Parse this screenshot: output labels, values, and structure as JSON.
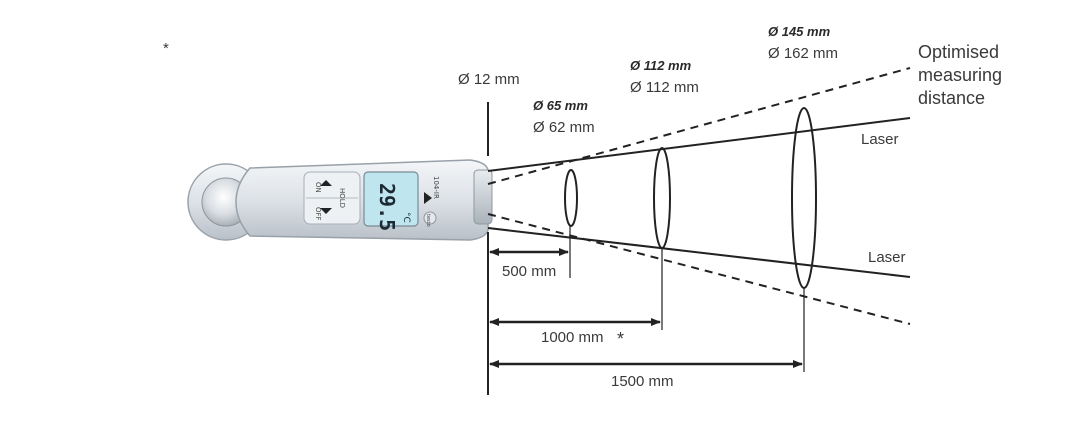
{
  "corner_mark": "*",
  "diameters": {
    "at_device": "Ø  12 mm",
    "at_500_optimised": "Ø  65 mm",
    "at_500_laser": "Ø  62 mm",
    "at_1000_optimised": "Ø  112 mm",
    "at_1000_laser": "Ø  112 mm",
    "at_1500_optimised": "Ø  145 mm",
    "at_1500_laser": "Ø  162 mm"
  },
  "legend": {
    "optimised_line1": "Optimised",
    "optimised_line2": "measuring",
    "optimised_line3": "distance",
    "laser_top": "Laser",
    "laser_bottom": "Laser"
  },
  "distances": {
    "d500": "500 mm",
    "d1000": "1000 mm",
    "d1000_mark": "*",
    "d1500": "1500 mm"
  },
  "device": {
    "model": "104-IR",
    "display_value": "29.5",
    "display_unit": "°C",
    "hold_label": "HOLD",
    "on_label": "ON",
    "off_label": "OFF",
    "brand": "testo"
  },
  "colors": {
    "line": "#222222",
    "device_body": "#dfe3e8",
    "display_bg": "#bfe6ef"
  }
}
